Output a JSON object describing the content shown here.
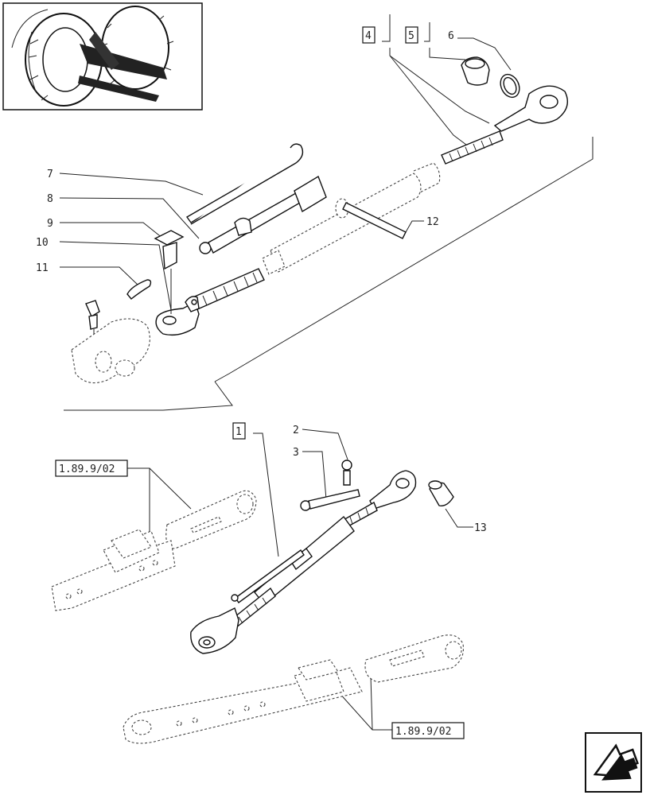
{
  "callouts": {
    "c1": "1",
    "c2": "2",
    "c3": "3",
    "c4": "4",
    "c5": "5",
    "c6": "6",
    "c7": "7",
    "c8": "8",
    "c9": "9",
    "c10": "10",
    "c11": "11",
    "c12": "12",
    "c13": "13"
  },
  "references": {
    "ref_top": "1.89.9/02",
    "ref_bottom": "1.89.9/02"
  },
  "icons": {
    "thumbnail": "tractor-rear-thumbnail-icon",
    "nav": "next-page-arrow-icon"
  }
}
